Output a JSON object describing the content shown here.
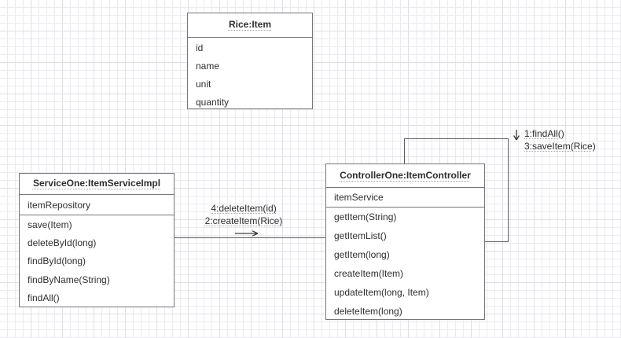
{
  "diagram": {
    "classes": [
      {
        "title": "Rice:Item",
        "attributes": [
          "id",
          "name",
          "unit",
          "quantity"
        ],
        "methods": []
      },
      {
        "title": "ServiceOne:ItemServiceImpl",
        "attributes": [
          "itemRepository"
        ],
        "methods": [
          "save(Item)",
          "deleteById(long)",
          "findById(long)",
          "findByName(String)",
          "findAll()"
        ]
      },
      {
        "title": "ControllerOne:ItemController",
        "attributes": [
          "itemService"
        ],
        "methods": [
          "getItem(String)",
          "getItemList()",
          "getItem(long)",
          "createItem(Item)",
          "updateItem(long, Item)",
          "deleteItem(long)"
        ]
      }
    ],
    "connectors": {
      "service_to_controller": {
        "labels": [
          "4:deleteItem(id)",
          "2:createItem(Rice)"
        ],
        "direction_icon": "right-arrow"
      },
      "controller_self_loop": {
        "labels": [
          "1:findAll()",
          "3:saveItem(Rice)"
        ],
        "direction_icon": "down-arrow"
      }
    },
    "colors": {
      "box_border": "#767676",
      "edge_line": "#5e5e5e",
      "text": "#2e2e2e",
      "grid_minor": "#ebebf0",
      "grid_major": "#dfdfe6"
    }
  }
}
